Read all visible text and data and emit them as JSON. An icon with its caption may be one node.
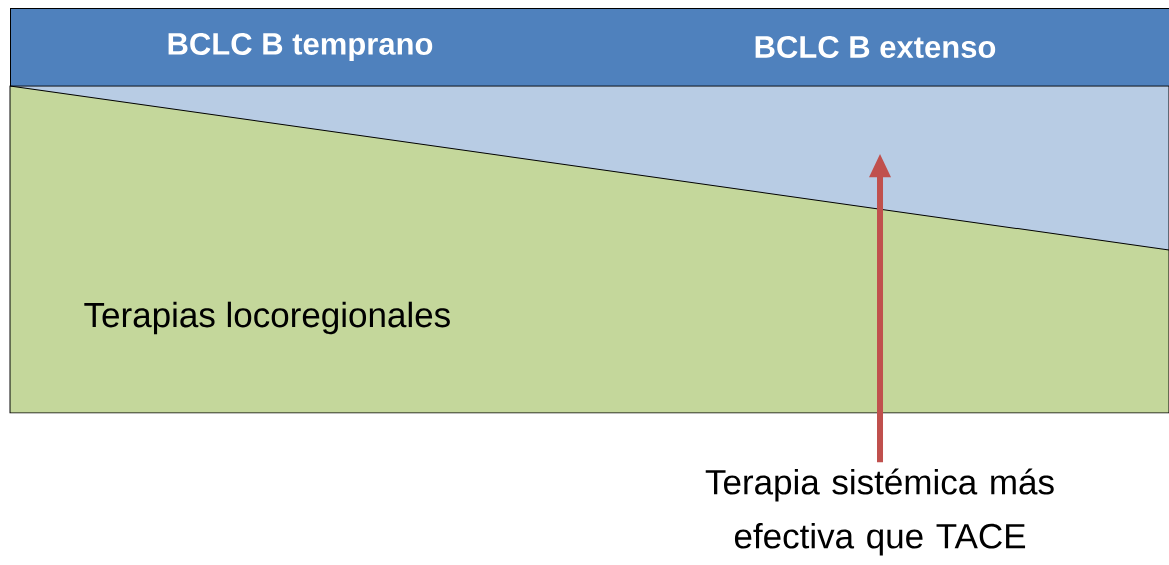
{
  "diagram": {
    "nodes": [
      {
        "text": [
          "BCLC B temprano",
          "BCLC B extenso"
        ]
      },
      {
        "text": [],
        "shape": "triangle"
      },
      {
        "text": [
          "Terapias locoregionales"
        ]
      },
      {
        "text": [
          "Terapia sistémica más efectiva que TACE"
        ]
      }
    ],
    "edges": [
      {
        "from": 3,
        "to": 1,
        "arrow": "to",
        "color": "#c0504d"
      }
    ]
  }
}
